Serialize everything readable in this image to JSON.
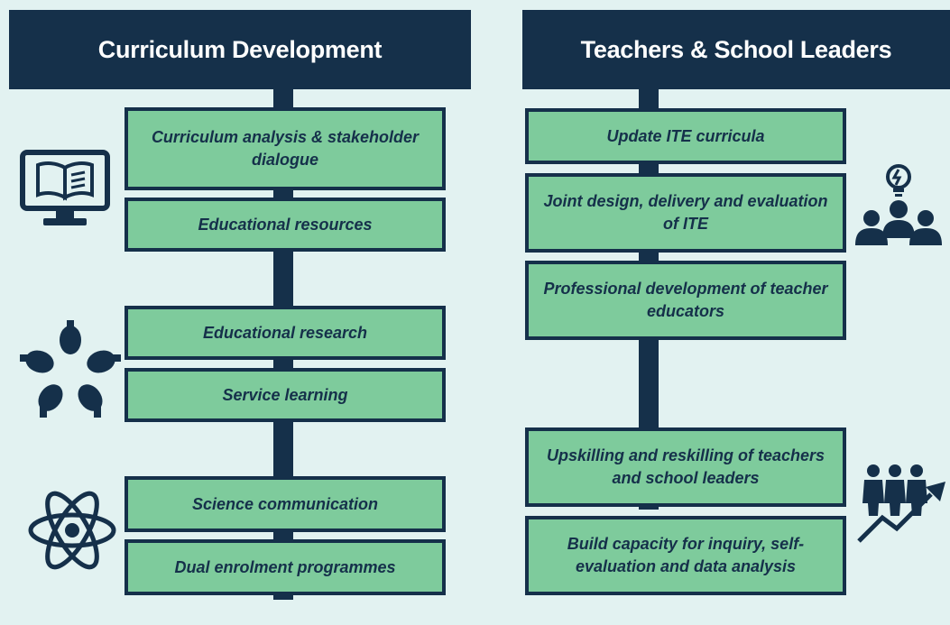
{
  "left_column": {
    "title": "Curriculum Development",
    "items": [
      "Curriculum analysis & stakeholder dialogue",
      "Educational resources",
      "Educational research",
      "Service learning",
      "Science communication",
      "Dual enrolment programmes"
    ],
    "icons": [
      "monitor-book-icon",
      "hands-circle-icon",
      "atom-icon"
    ]
  },
  "right_column": {
    "title": "Teachers & School Leaders",
    "items": [
      "Update ITE curricula",
      "Joint design, delivery and evaluation of ITE",
      "Professional development of teacher educators",
      "Upskilling and reskilling of teachers and school leaders",
      "Build capacity for inquiry, self-evaluation and data analysis"
    ],
    "icons": [
      "team-idea-icon",
      "people-growth-icon"
    ]
  },
  "colors": {
    "navy": "#15304a",
    "box_green": "#7ecb9c",
    "panel_bg": "#e2f2f1"
  }
}
